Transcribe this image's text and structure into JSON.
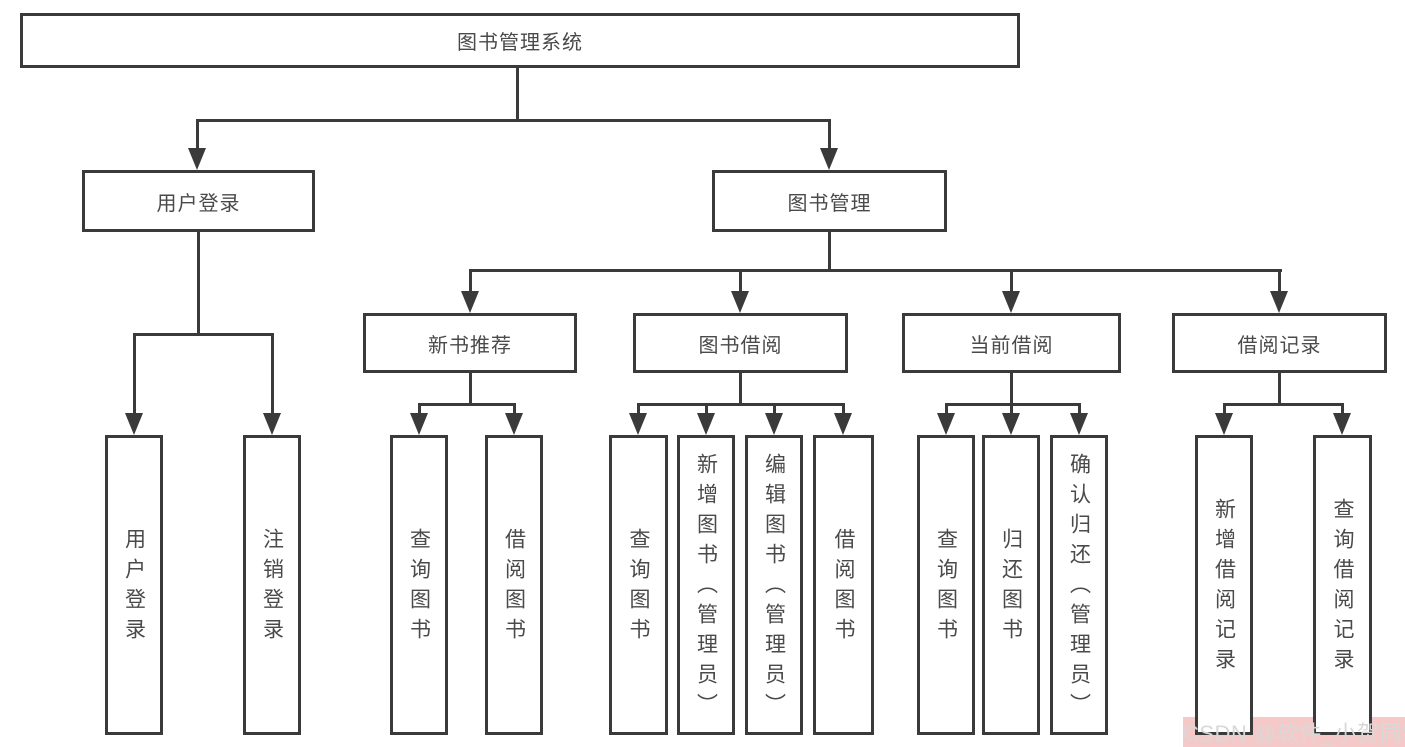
{
  "tree": {
    "label": "图书管理系统",
    "children": [
      {
        "label": "用户登录",
        "children": [
          {
            "label": "用户登录"
          },
          {
            "label": "注销登录"
          }
        ]
      },
      {
        "label": "图书管理",
        "children": [
          {
            "label": "新书推荐",
            "children": [
              {
                "label": "查询图书"
              },
              {
                "label": "借阅图书"
              }
            ]
          },
          {
            "label": "图书借阅",
            "children": [
              {
                "label": "查询图书"
              },
              {
                "label": "新增图书（管理员）"
              },
              {
                "label": "编辑图书（管理员）"
              },
              {
                "label": "借阅图书"
              }
            ]
          },
          {
            "label": "当前借阅",
            "children": [
              {
                "label": "查询图书"
              },
              {
                "label": "归还图书"
              },
              {
                "label": "确认归还（管理员）"
              }
            ]
          },
          {
            "label": "借阅记录",
            "children": [
              {
                "label": "新增借阅记录"
              },
              {
                "label": "查询借阅记录"
              }
            ]
          }
        ]
      }
    ]
  },
  "watermark": {
    "text": "CSDN @软件_小贺同学"
  },
  "colors": {
    "line": "#3a3a3a",
    "box_border": "#3a3a3a",
    "box_fill": "#ffffff",
    "watermark_bg": "#f6c9c9",
    "watermark_text": "#d8d8d8"
  }
}
